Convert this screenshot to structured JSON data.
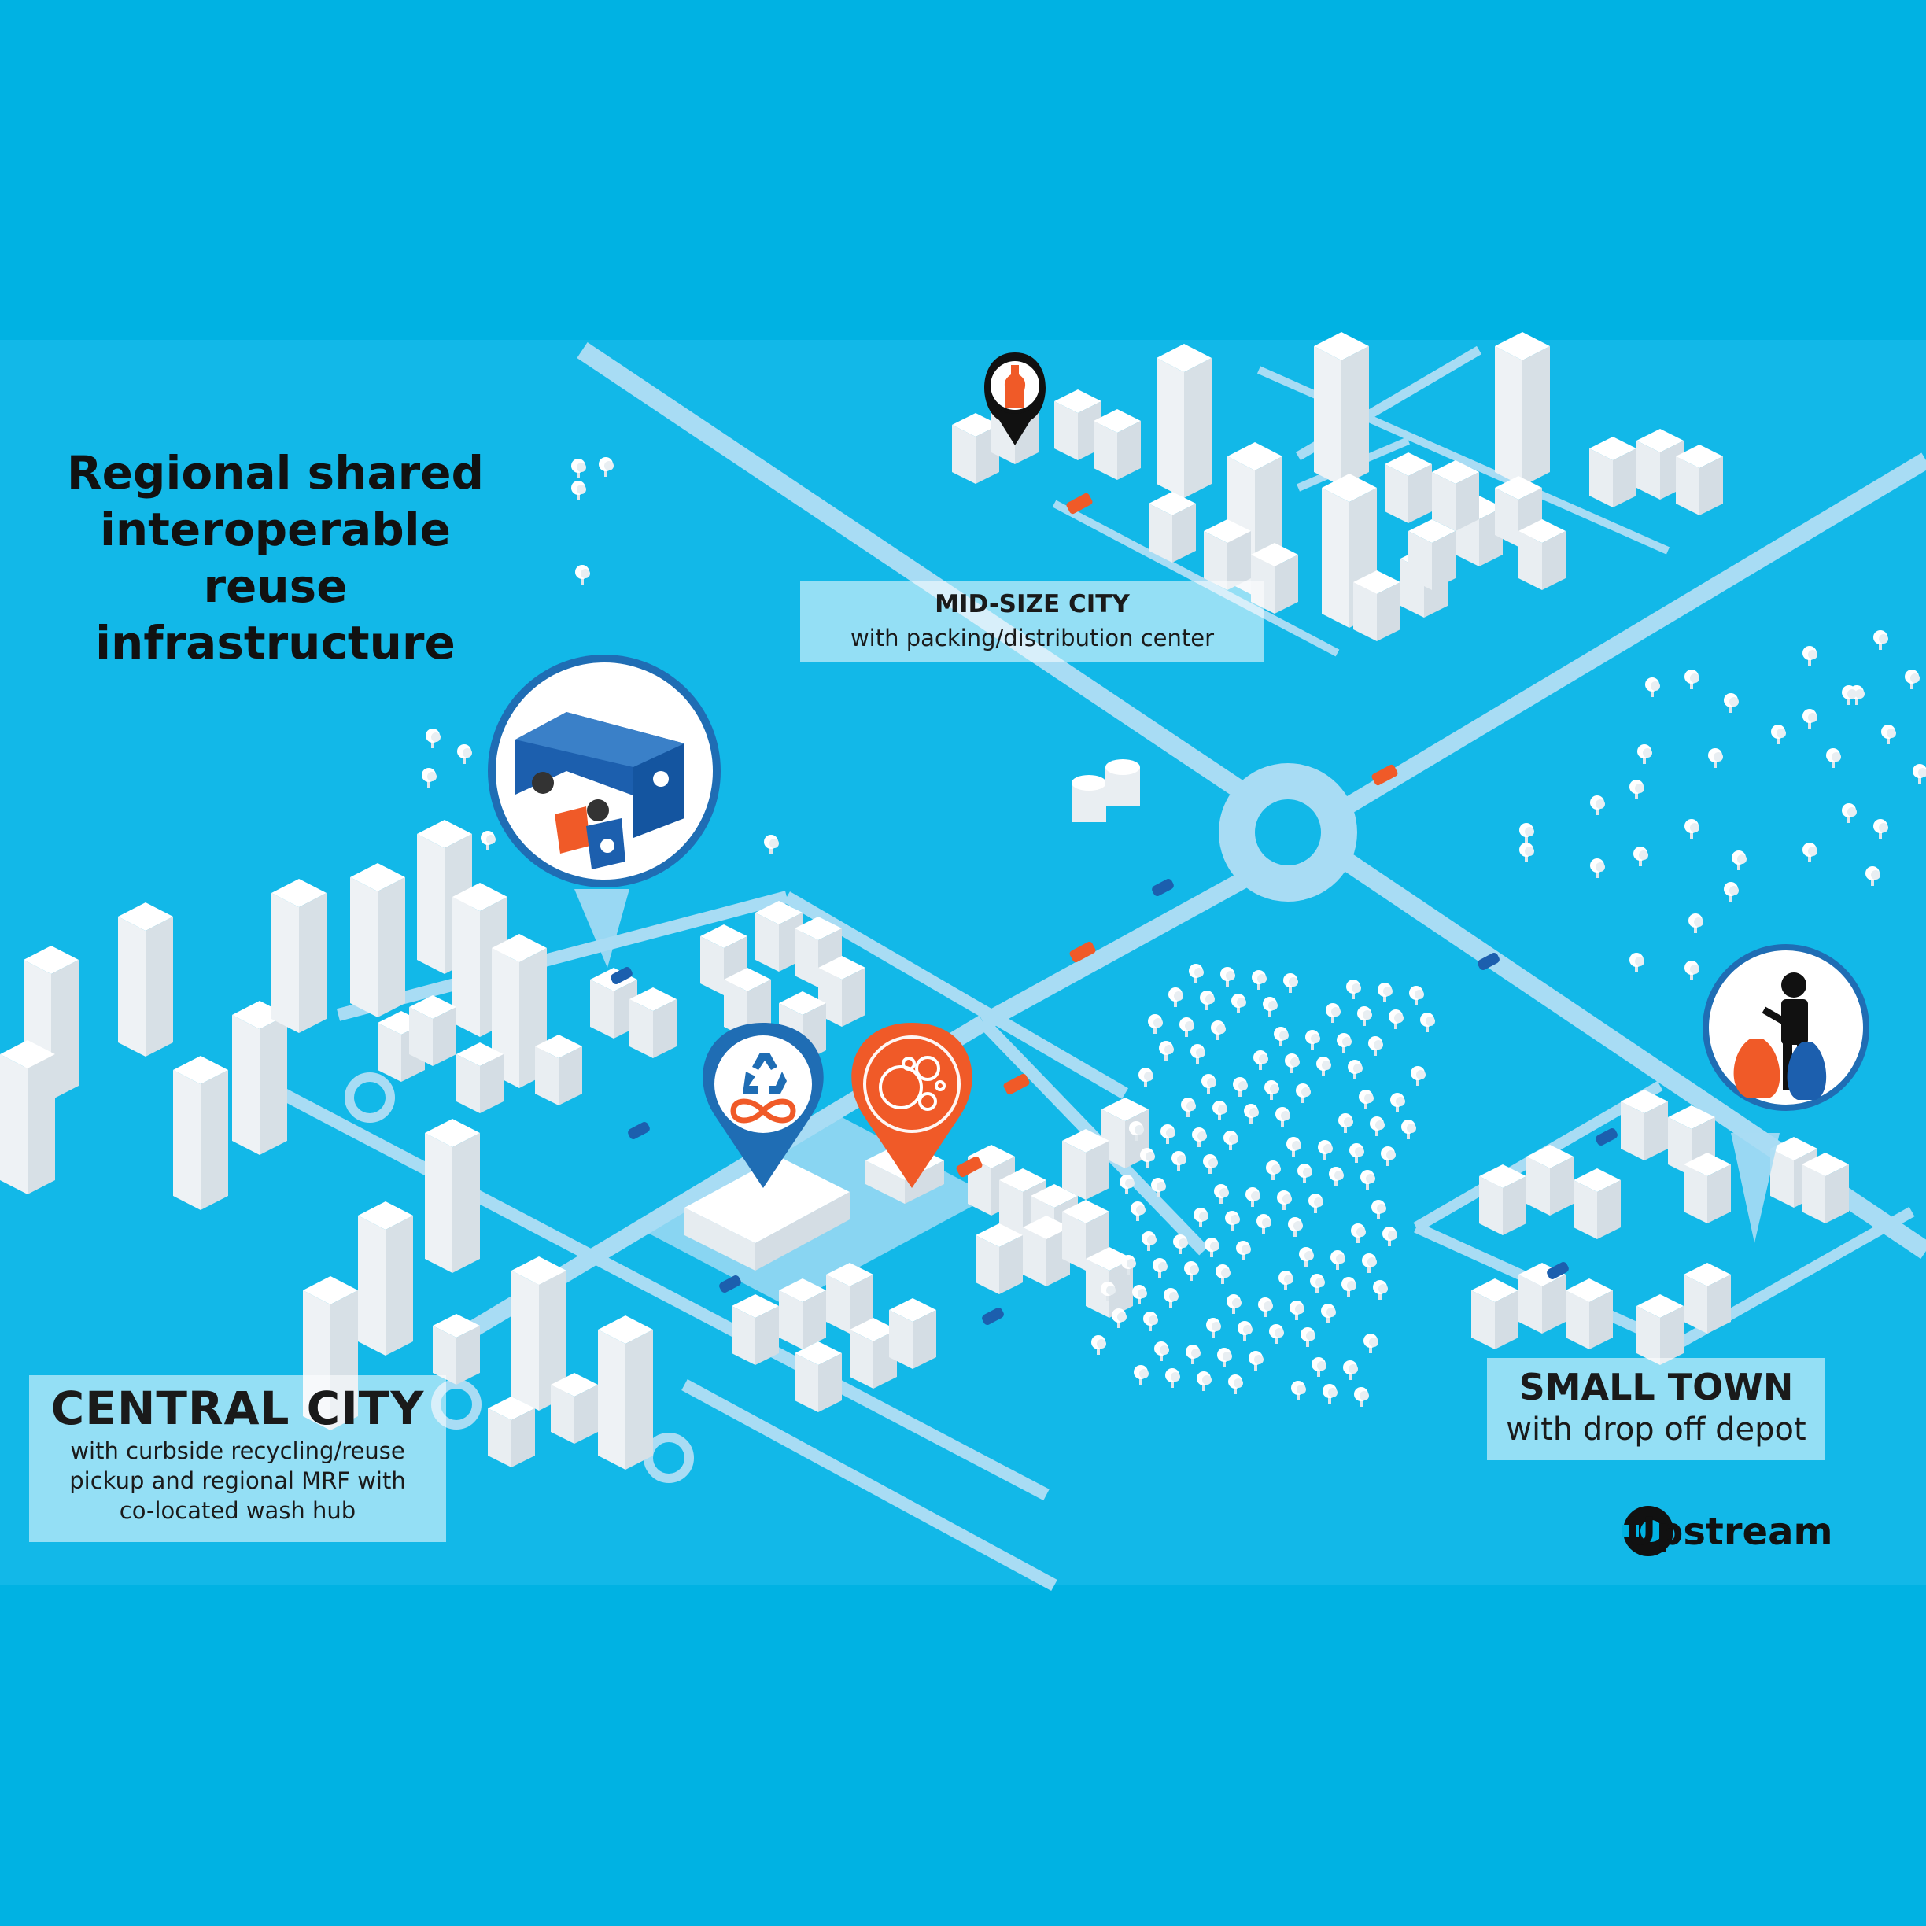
{
  "title": {
    "line1": "Regional shared",
    "line2": "interoperable reuse",
    "line3": "infrastructure"
  },
  "midsize_city": {
    "title": "MID-SIZE CITY",
    "subtitle": "with packing/distribution center"
  },
  "central_city": {
    "title": "CENTRAL CITY",
    "line1": "with curbside recycling/reuse",
    "line2": "pickup and regional MRF with",
    "line3": "co-located wash hub"
  },
  "small_town": {
    "title": "SMALL TOWN",
    "subtitle": "with drop off depot"
  },
  "brand": {
    "name": "Upstream"
  },
  "colors": {
    "background": "#00b2e3",
    "map_area": "#12b8e8",
    "road": "#a8dcf4",
    "building": "#ffffff",
    "pin_blue": "#1f6db4",
    "pin_orange": "#f05a28",
    "truck_blue": "#1c5fae",
    "vehicle_orange": "#f05a28"
  },
  "icons": {
    "distribution_pin": "bottle-pin-icon",
    "recycling_pin": "recycle-infinity-pin-icon",
    "wash_pin": "bubbles-pin-icon",
    "truck_callout": "garbage-truck-icon",
    "depot_callout": "person-with-bags-icon",
    "brand_logo": "upstream-logo-icon"
  }
}
